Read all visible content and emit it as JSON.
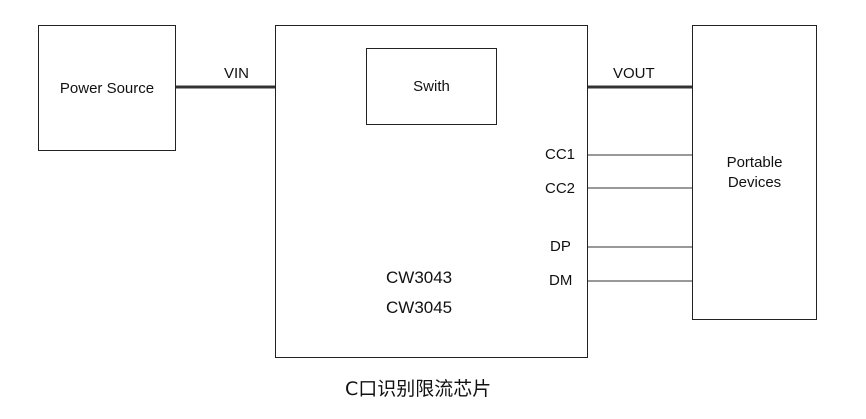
{
  "diagram": {
    "blocks": {
      "power_source": "Power Source",
      "switch": "Swith",
      "portable_devices_line1": "Portable",
      "portable_devices_line2": "Devices",
      "chip_line1": "CW3043",
      "chip_line2": "CW3045"
    },
    "signals": {
      "vin": "VIN",
      "vout": "VOUT",
      "cc1": "CC1",
      "cc2": "CC2",
      "dp": "DP",
      "dm": "DM"
    },
    "caption": "C口识别限流芯片"
  },
  "colors": {
    "line": "#222222",
    "thick_line": "#333333",
    "background": "#ffffff"
  }
}
